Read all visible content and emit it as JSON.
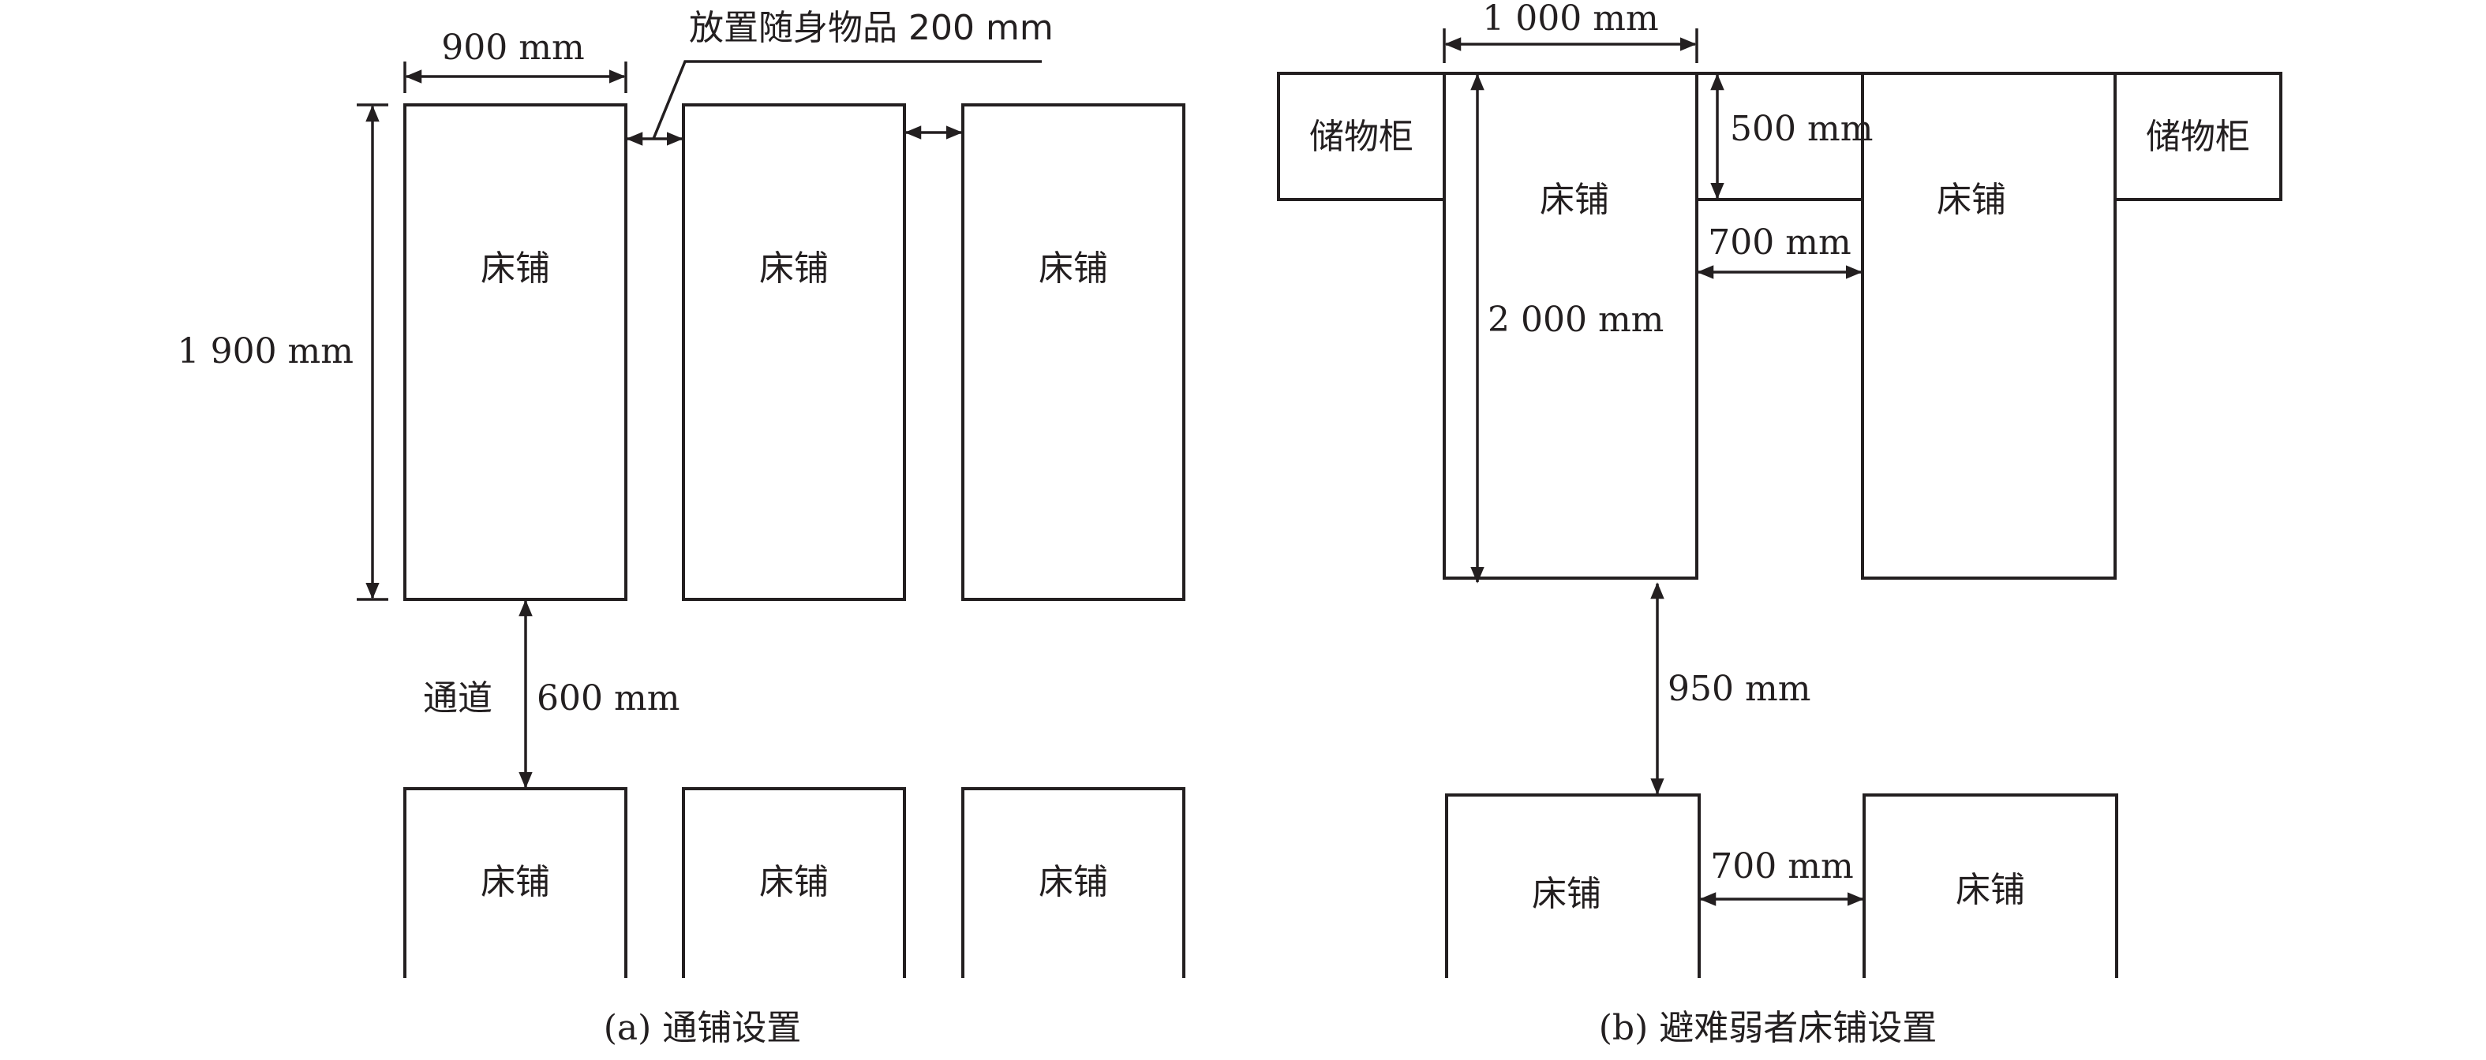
{
  "left_panel": {
    "dim_width": "900 mm",
    "dim_gap": "放置随身物品 200 mm",
    "dim_height": "1 900 mm",
    "aisle_label": "通道",
    "dim_aisle": "600 mm",
    "bed_label": "床铺",
    "caption": "(a) 通铺设置"
  },
  "right_panel": {
    "dim_width": "1 000 mm",
    "dim_cabinet": "500 mm",
    "dim_gap_top": "700 mm",
    "dim_height": "2 000 mm",
    "dim_aisle": "950 mm",
    "dim_gap_bottom": "700 mm",
    "bed_label": "床铺",
    "cabinet_label": "储物柜",
    "caption": "(b) 避难弱者床铺设置"
  }
}
